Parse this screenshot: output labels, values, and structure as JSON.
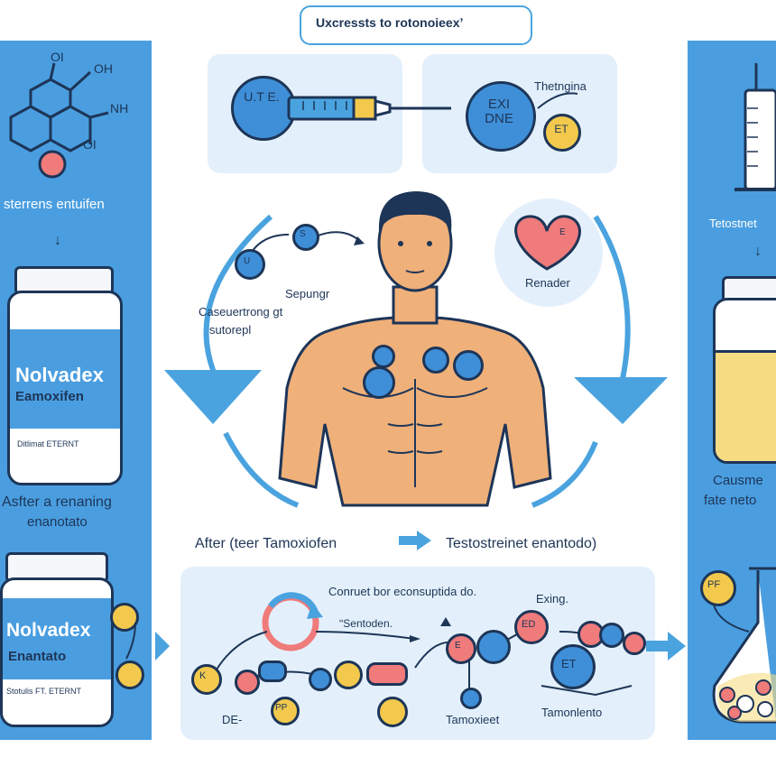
{
  "header": {
    "title": "Uxcressts to rotonoieexʼ"
  },
  "left_panel": {
    "label_top": "sterrens entuifen",
    "bottle1_name": "Nolvadex",
    "bottle1_sub": "Eamoxifen",
    "bottle1_fine": "Ditlimat ETERNT",
    "caption": [
      "Asfter a renaning",
      "enanotato"
    ],
    "bottle2_name": "Nolvadex",
    "bottle2_sub": "Enantato",
    "bottle2_fine": "Stotulis FT. ETERNT",
    "molecule_labels": [
      "OI",
      "OH",
      "NH",
      "OI"
    ]
  },
  "top_cards": {
    "syringe_pill_text": "U.T E.",
    "pill2_text": "EXI DNE",
    "pill3_text": "ET",
    "pill_label": "Thetngina"
  },
  "center": {
    "pill_left_a": "S",
    "pill_left_b": "U",
    "label_sepungr": "Sepungr",
    "label_caseuert": "Caseuertrong gt",
    "label_sutorepl": "sutorepl",
    "heart_text": "E",
    "heart_label": "Renader",
    "flow_left": "After (teer Tamoxiofen",
    "flow_right": "Testostreinet enantodo)"
  },
  "bottom_card": {
    "title": "Conruet bor econsuptida do.",
    "subtitle": "ʺSentoden.",
    "exing": "Exing.",
    "label_de": "DE-",
    "label_tamoxieet": "Tamoxieet",
    "label_tamonlento": "Tamonlento",
    "pill_k": "K",
    "pill_pp": "PP",
    "pill_ed": "ED",
    "pill_e": "E",
    "pill_et": "ET"
  },
  "right_panel": {
    "label_top": "Tetostnet",
    "caption": [
      "Causme",
      "fate neto"
    ],
    "pill_pf": "PF"
  },
  "colors": {
    "side_blue": "#4a9ee0",
    "card_blue": "#e3f0fb",
    "arrow_blue": "#4aa3df",
    "pill_blue": "#3f8fd8",
    "pill_yellow": "#f2c94c",
    "pill_red": "#ef7b7b",
    "skin": "#f0b07a",
    "liquid": "#f7dc84",
    "outline": "#1d3557"
  }
}
